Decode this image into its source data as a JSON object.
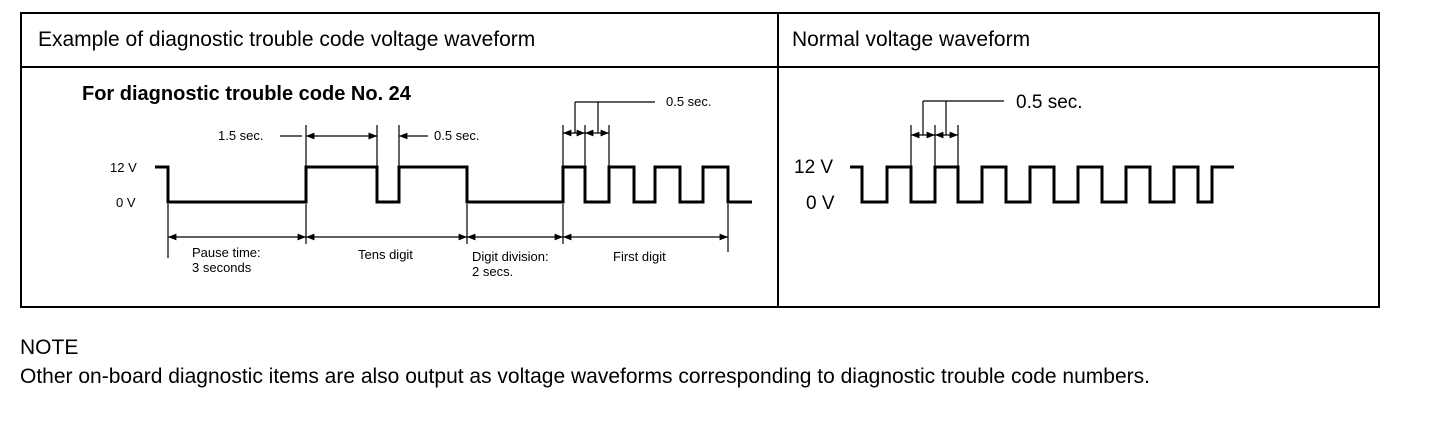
{
  "table": {
    "left_header": "Example of diagnostic trouble code voltage waveform",
    "right_header": "Normal voltage waveform"
  },
  "left_diagram": {
    "title": "For diagnostic trouble code No. 24",
    "level_high": "12 V",
    "level_low": "0 V",
    "label_1_5": "1.5 sec.",
    "label_0_5_mid": "0.5 sec.",
    "label_0_5_top": "0.5 sec.",
    "pause_line1": "Pause time:",
    "pause_line2": "3 seconds",
    "tens": "Tens digit",
    "division_line1": "Digit division:",
    "division_line2": "2 secs.",
    "first": "First digit"
  },
  "right_diagram": {
    "level_high": "12 V",
    "level_low": "0 V",
    "label_0_5": "0.5 sec."
  },
  "note": {
    "title": "NOTE",
    "body": "Other on-board diagnostic items are also output as voltage waveforms corresponding to diagnostic trouble code numbers."
  }
}
